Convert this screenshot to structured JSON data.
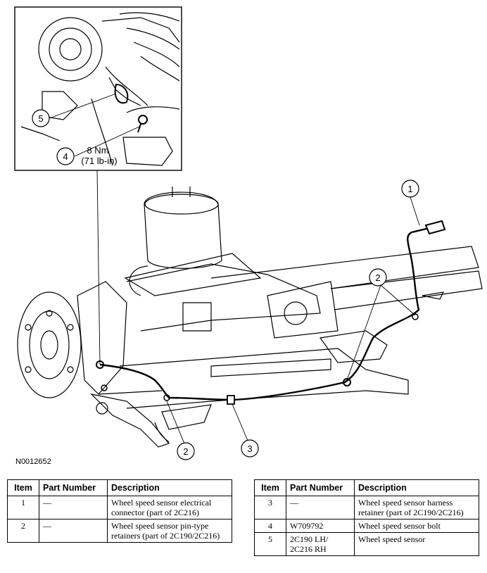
{
  "figure": {
    "id": "N0012652",
    "inset_torque": {
      "value": "8 Nm",
      "imperial": "(71 lb-in)"
    },
    "callouts": [
      "1",
      "2",
      "2",
      "3",
      "4",
      "5"
    ]
  },
  "table_headers": {
    "item": "Item",
    "part_number": "Part Number",
    "description": "Description"
  },
  "parts_left": [
    {
      "item": "1",
      "part_number": "—",
      "description": "Wheel speed sensor electrical connector (part of 2C216)"
    },
    {
      "item": "2",
      "part_number": "—",
      "description": "Wheel speed sensor pin-type retainers (part of 2C190/2C216)"
    }
  ],
  "parts_right": [
    {
      "item": "3",
      "part_number": "—",
      "description": "Wheel speed sensor harness retainer (part of 2C190/2C216)"
    },
    {
      "item": "4",
      "part_number": "W709792",
      "description": "Wheel speed sensor bolt"
    },
    {
      "item": "5",
      "part_number": "2C190 LH/ 2C216 RH",
      "description": "Wheel speed sensor"
    }
  ]
}
